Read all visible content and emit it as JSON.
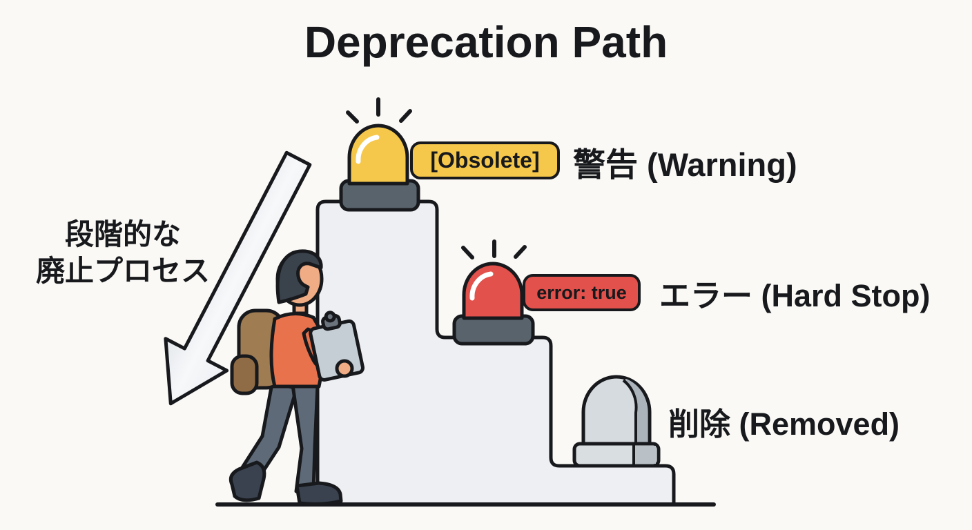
{
  "title": "Deprecation Path",
  "side_note": {
    "line1": "段階的な",
    "line2": "廃止プロセス"
  },
  "stages": [
    {
      "id": "warning",
      "badge": "[Obsolete]",
      "label": "警告 (Warning)"
    },
    {
      "id": "hard-stop",
      "badge": "error: true",
      "label": "エラー (Hard Stop)"
    },
    {
      "id": "removed",
      "badge": null,
      "label": "削除 (Removed)"
    }
  ],
  "icons": [
    "warning-beacon-icon",
    "error-beacon-icon",
    "tombstone-icon",
    "down-arrow-icon",
    "walking-person-illustration",
    "staircase",
    "ground-line"
  ],
  "colors": {
    "background": "#FAF9F6",
    "ink": "#17191C",
    "stair_fill": "#EDEFF2",
    "warning_yellow": "#F5C84B",
    "error_red": "#E2514B",
    "beacon_base_gray": "#59636C",
    "tombstone_gray": "#D5DBDF",
    "tombstone_side_gray": "#ACB4BB",
    "shirt_orange": "#E8724C",
    "backpack_brown": "#A07C52",
    "pants_slate": "#5E6A78",
    "shoe_dark": "#39424E",
    "skin": "#F0AC85",
    "hair_dark": "#3A424C",
    "clipboard_gray": "#C6CED5"
  }
}
